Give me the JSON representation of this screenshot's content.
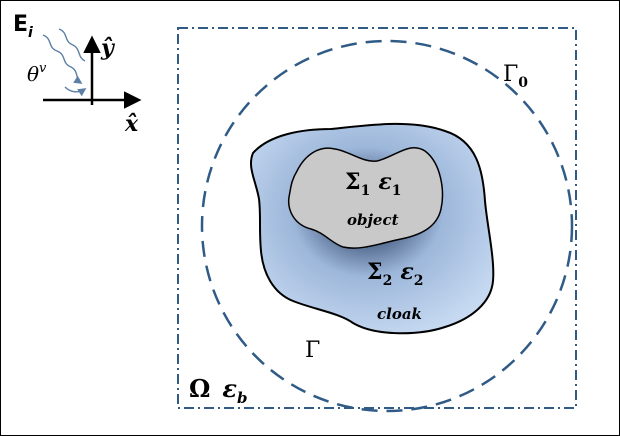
{
  "incident_field": {
    "label": "E",
    "subscript": "i"
  },
  "angle": {
    "symbol": "θ",
    "superscript": "v"
  },
  "axes": {
    "y_label": "ŷ",
    "x_label": "x̂"
  },
  "boundary_outer": {
    "symbol": "Γ",
    "subscript": "0"
  },
  "boundary_cloak": {
    "symbol": "Γ"
  },
  "domain": {
    "symbol": "Ω",
    "eps": "ε",
    "eps_sub": "b"
  },
  "object": {
    "sigma": "Σ",
    "sigma_sub": "1",
    "eps": "ε",
    "eps_sub": "1",
    "label": "object"
  },
  "cloak": {
    "sigma": "Σ",
    "sigma_sub": "2",
    "eps": "ε",
    "eps_sub": "2",
    "label": "cloak"
  },
  "colors": {
    "domain_border": "#2f5b86",
    "dashed_circle": "#2f5b86",
    "cloak_fill_light": "#c6d9f1",
    "cloak_fill_dark": "#1b2a44",
    "object_fill": "#c9c9c9",
    "wave_arrow": "#5d7fa6"
  }
}
